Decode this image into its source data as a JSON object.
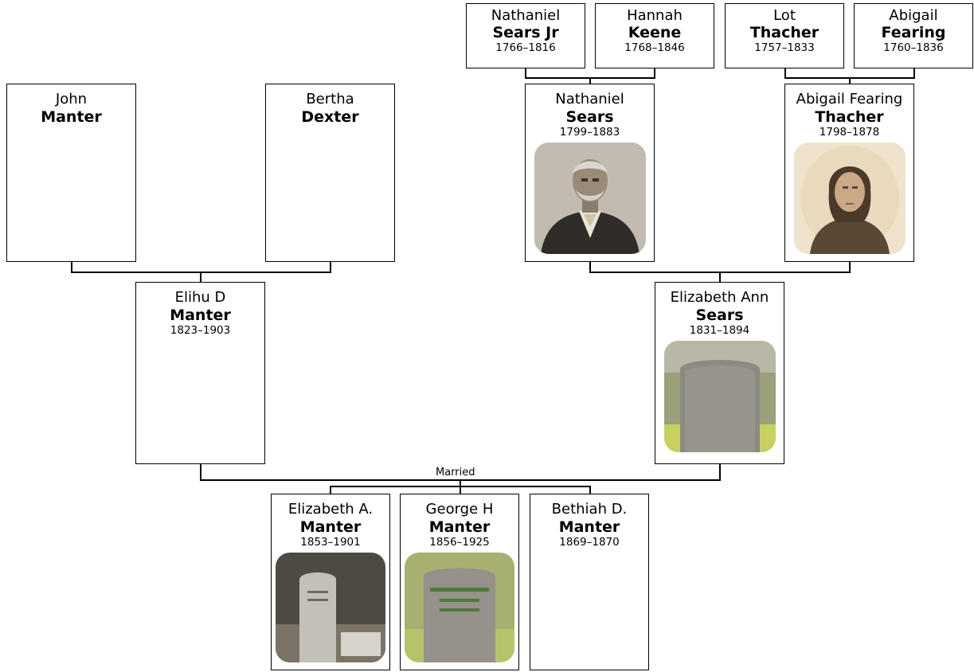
{
  "people": {
    "nathaniel_sears_jr": {
      "given": "Nathaniel",
      "surname": "Sears Jr",
      "dates": "1766–1816"
    },
    "hannah_keene": {
      "given": "Hannah",
      "surname": "Keene",
      "dates": "1768–1846"
    },
    "lot_thacher": {
      "given": "Lot",
      "surname": "Thacher",
      "dates": "1757–1833"
    },
    "abigail_fearing": {
      "given": "Abigail",
      "surname": "Fearing",
      "dates": "1760–1836"
    },
    "john_manter": {
      "given": "John",
      "surname": "Manter"
    },
    "bertha_dexter": {
      "given": "Bertha",
      "surname": "Dexter"
    },
    "nathaniel_sears": {
      "given": "Nathaniel",
      "surname": "Sears",
      "dates": "1799–1883",
      "photo": "portrait-man"
    },
    "abigail_thacher": {
      "given": "Abigail Fearing",
      "surname": "Thacher",
      "dates": "1798–1878",
      "photo": "portrait-woman"
    },
    "elihu_manter": {
      "given": "Elihu D",
      "surname": "Manter",
      "dates": "1823–1903"
    },
    "elizabeth_sears": {
      "given": "Elizabeth Ann",
      "surname": "Sears",
      "dates": "1831–1894",
      "photo": "gravestone"
    },
    "elizabeth_manter": {
      "given": "Elizabeth A.",
      "surname": "Manter",
      "dates": "1853–1901",
      "photo": "gravestone"
    },
    "george_manter": {
      "given": "George H",
      "surname": "Manter",
      "dates": "1856–1925",
      "photo": "gravestone"
    },
    "bethiah_manter": {
      "given": "Bethiah D.",
      "surname": "Manter",
      "dates": "1869–1870"
    }
  },
  "relationship": {
    "label": "Married"
  }
}
